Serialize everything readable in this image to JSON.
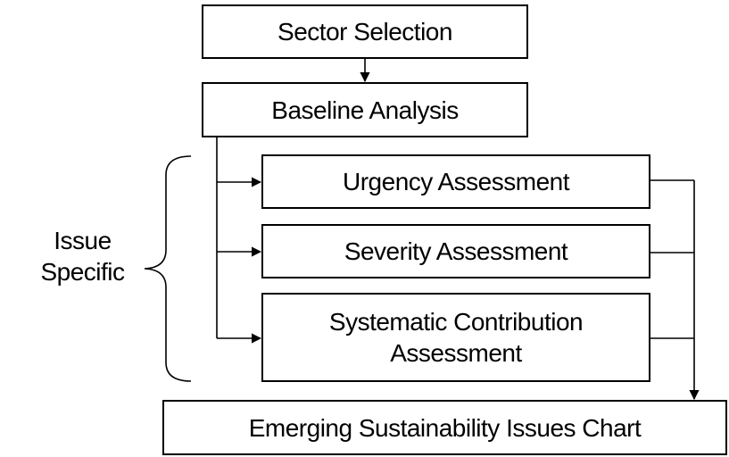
{
  "diagram": {
    "nodes": {
      "sector_selection": "Sector Selection",
      "baseline_analysis": "Baseline Analysis",
      "urgency_assessment": "Urgency Assessment",
      "severity_assessment": "Severity Assessment",
      "systematic_contribution_assessment": [
        "Systematic Contribution",
        "Assessment"
      ],
      "emerging_chart": "Emerging Sustainability Issues Chart"
    },
    "group": {
      "label_lines": [
        "Issue",
        "Specific"
      ]
    },
    "edges": [
      {
        "from": "sector_selection",
        "to": "baseline_analysis"
      },
      {
        "from": "baseline_analysis",
        "to": "urgency_assessment"
      },
      {
        "from": "baseline_analysis",
        "to": "severity_assessment"
      },
      {
        "from": "baseline_analysis",
        "to": "systematic_contribution_assessment"
      },
      {
        "from": "urgency_assessment",
        "to": "emerging_chart"
      },
      {
        "from": "severity_assessment",
        "to": "emerging_chart"
      },
      {
        "from": "systematic_contribution_assessment",
        "to": "emerging_chart"
      }
    ],
    "colors": {
      "stroke": "#000000",
      "background": "#ffffff"
    }
  }
}
